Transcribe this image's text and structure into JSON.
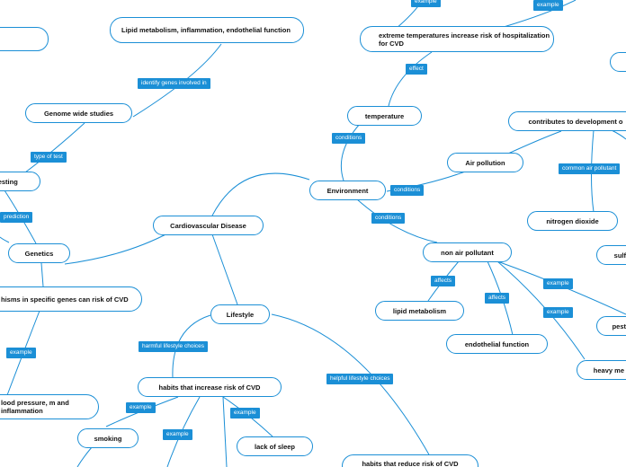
{
  "nodes": {
    "cvd": "Cardiovascular Disease",
    "genetics": "Genetics",
    "testing": "testing",
    "genome": "Genome wide studies",
    "lipid_infl": "Lipid metabolism, inflammation, endothelial function",
    "polymorph": "hisms in specific genes can risk of CVD",
    "blood": "lood pressure, m and inflammation",
    "environment": "Environment",
    "temperature": "temperature",
    "extreme": "extreme temperatures increase risk of hospitalization for CVD",
    "air": "Air pollution",
    "contributes": "contributes to development o",
    "nitrogen": "nitrogen dioxide",
    "sulf": "sulf",
    "nonair": "non air pollutant",
    "lipidmet": "lipid metabolism",
    "endo": "endothelial function",
    "pest": "pest",
    "heavy": "heavy me",
    "lifestyle": "Lifestyle",
    "habits_inc": "habits that increase risk of CVD",
    "smoking": "smoking",
    "sleep": "lack of sleep",
    "habits_red": "habits that reduce risk of CVD"
  },
  "labels": {
    "identify": "identify genes involved in",
    "type_of_test": "type of test",
    "prediction": "prediction",
    "example_genetics": "example",
    "ex_top1": "example",
    "ex_top2": "example",
    "effect": "effect",
    "conditions_temp": "conditions",
    "conditions_air": "conditions",
    "conditions_nonair": "conditions",
    "common_pollutant": "common air pollutant",
    "affects1": "affects",
    "affects2": "affects",
    "ex_pest": "example",
    "ex_heavy": "example",
    "harmful": "harmful lifestyle choices",
    "helpful": "helpful lifestyle choices",
    "ex_smoking": "example",
    "ex_mid": "example",
    "ex_sleep": "example"
  }
}
